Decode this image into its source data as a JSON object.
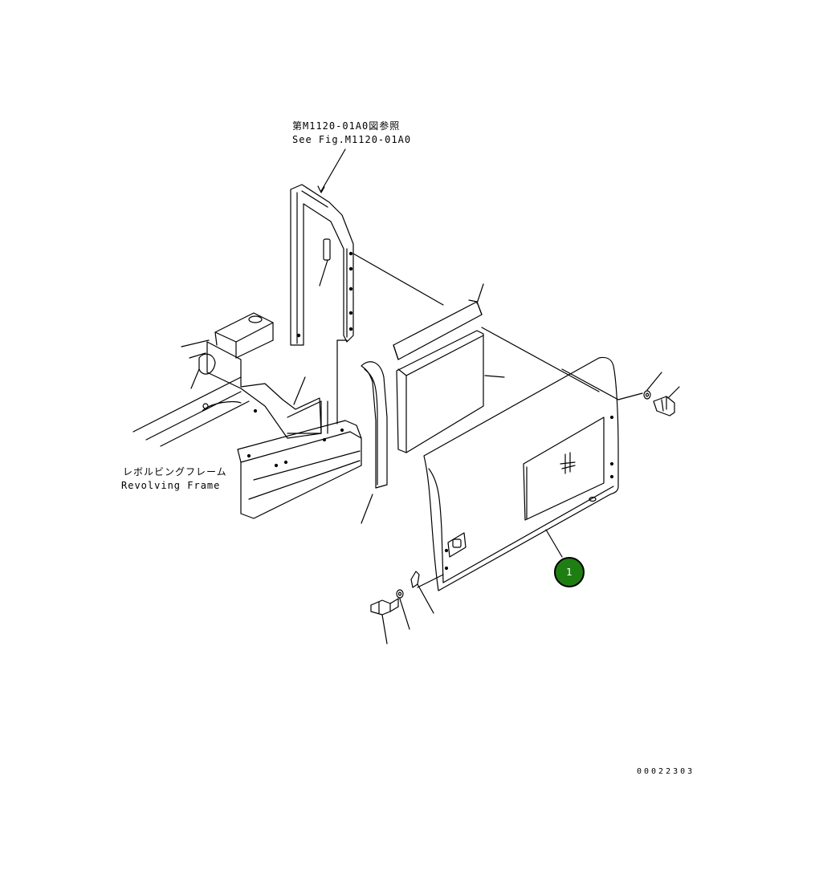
{
  "labels": {
    "ref_jp": "第M1120-01A0図参照",
    "ref_en": "See Fig.M1120-01A0",
    "frame_jp": "レボルビングフレーム",
    "frame_en": "Revolving Frame",
    "drawing_code": "00022303"
  },
  "callouts": [
    {
      "number": "1",
      "color": "#1e7e12"
    }
  ]
}
